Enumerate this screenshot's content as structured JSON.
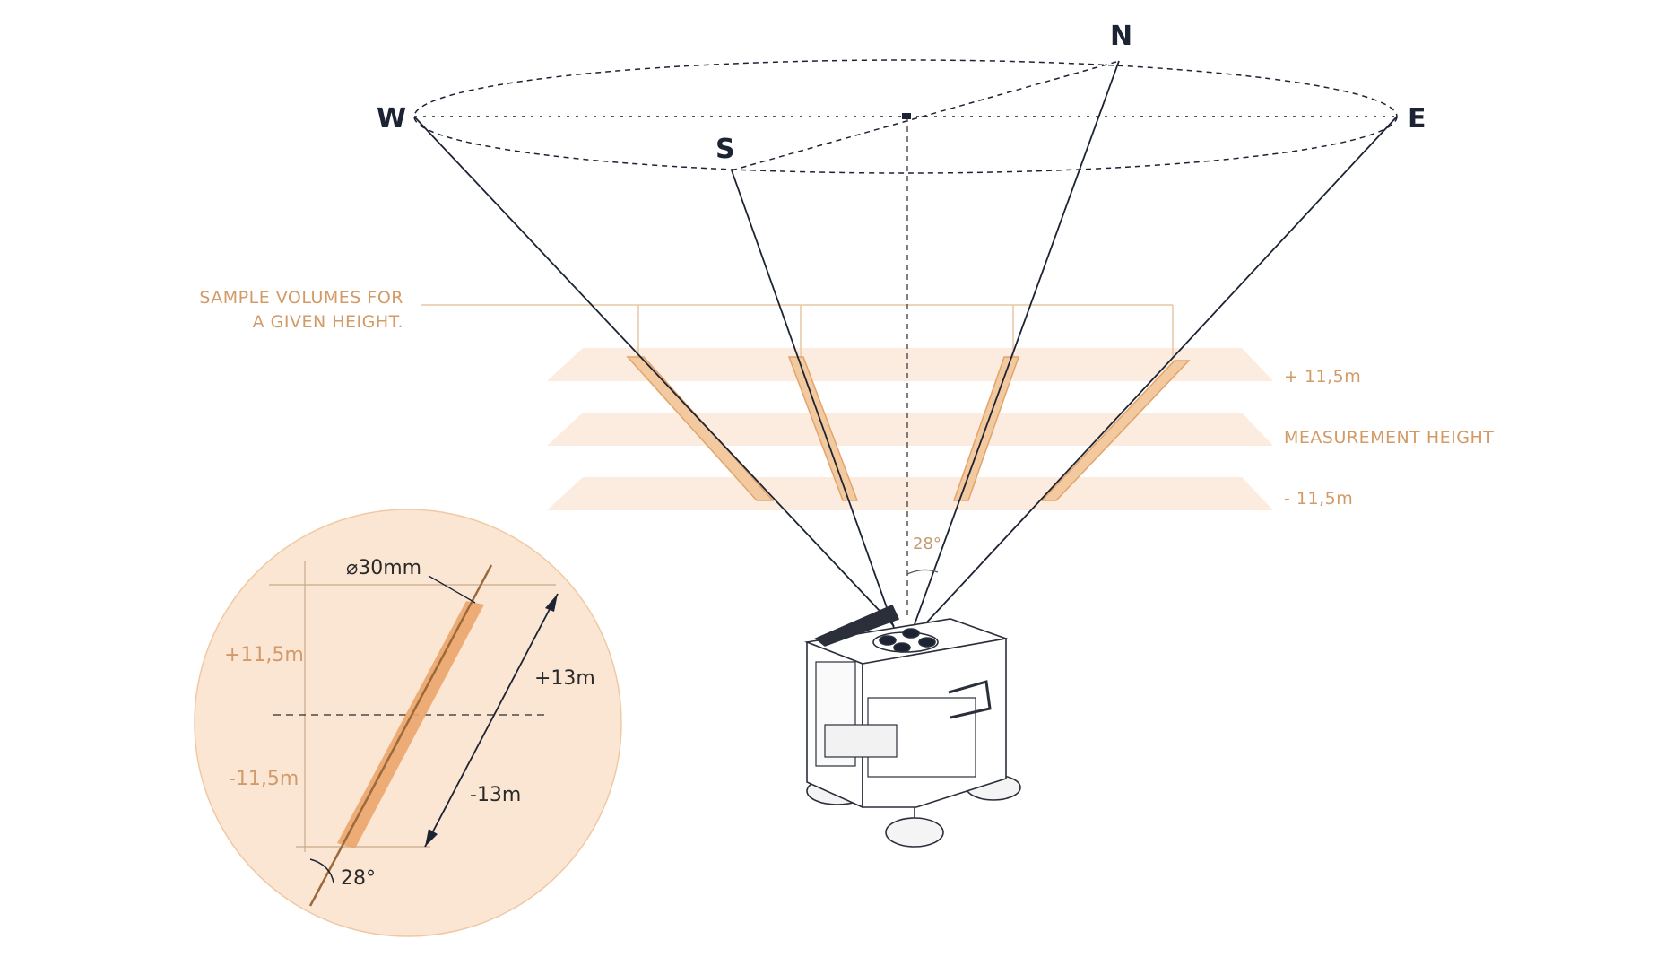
{
  "compass": {
    "north": "N",
    "south": "S",
    "east": "E",
    "west": "W"
  },
  "sample_volumes_label": {
    "line1": "SAMPLE VOLUMES FOR",
    "line2": "A GIVEN HEIGHT."
  },
  "height_labels": {
    "upper": "+ 11,5m",
    "middle": "MEASUREMENT HEIGHT",
    "lower": "- 11,5m"
  },
  "beam_angle": "28°",
  "inset": {
    "diameter": "⌀30mm",
    "upper_height": "+11,5m",
    "lower_height": "-11,5m",
    "upper_length": "+13m",
    "lower_length": "-13m",
    "angle": "28°"
  },
  "colors": {
    "ink": "#1c2333",
    "orange_text": "#d39a66",
    "plane_fill": "#fbeadb",
    "beam_orange": "#e9a96e",
    "inset_disc": "#fbe6d3"
  }
}
